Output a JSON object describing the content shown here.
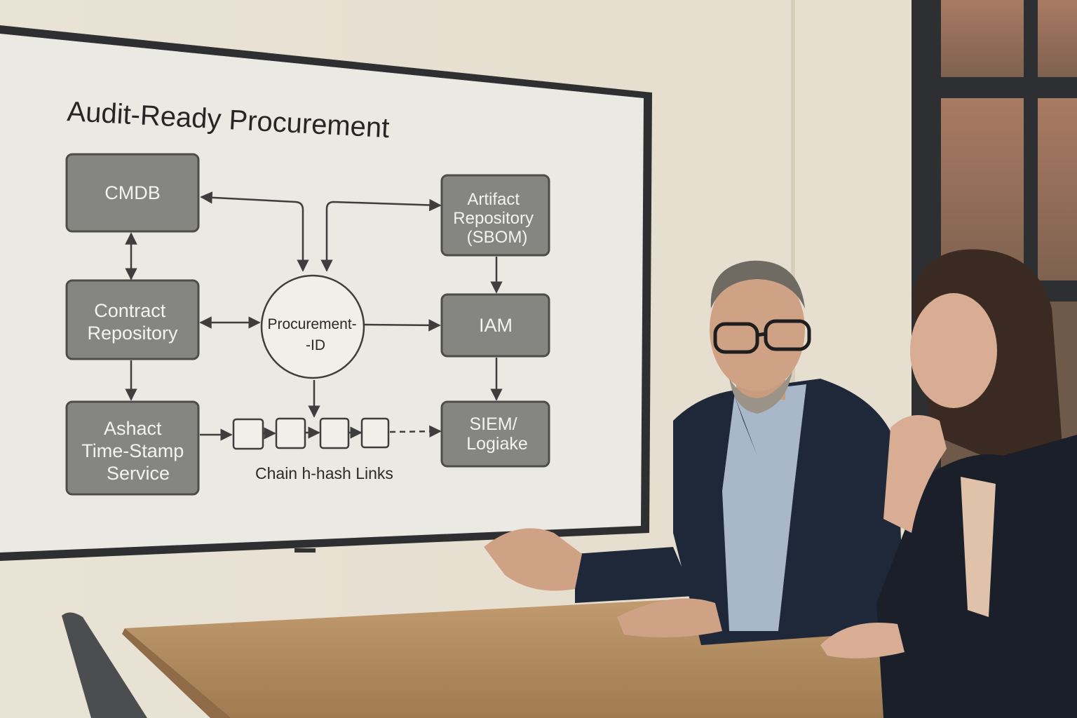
{
  "screen": {
    "title": "Audit-Ready Procurement",
    "nodes": {
      "cmdb": [
        "CMDB"
      ],
      "contract": [
        "Contract",
        "Repository"
      ],
      "ashact": [
        "Ashact",
        "Time-Stamp",
        "Service"
      ],
      "artifact": [
        "Artifact",
        "Repository",
        "(SBOM)"
      ],
      "iam": [
        "IAM"
      ],
      "siem": [
        "SIEM/",
        "Logiake"
      ]
    },
    "center": [
      "Procurement-",
      "-ID"
    ],
    "chain_caption": "Chain h-hash Links"
  },
  "palette": {
    "wall": "#e8e1d4",
    "screen_bg": "#ebe9e3",
    "bezel": "#2e2f31",
    "box_fill": "#858581",
    "box_stroke": "#4d4d4a",
    "table": "#b48e63",
    "jacket": "#1f2838",
    "shirt": "#a9b8c8"
  }
}
